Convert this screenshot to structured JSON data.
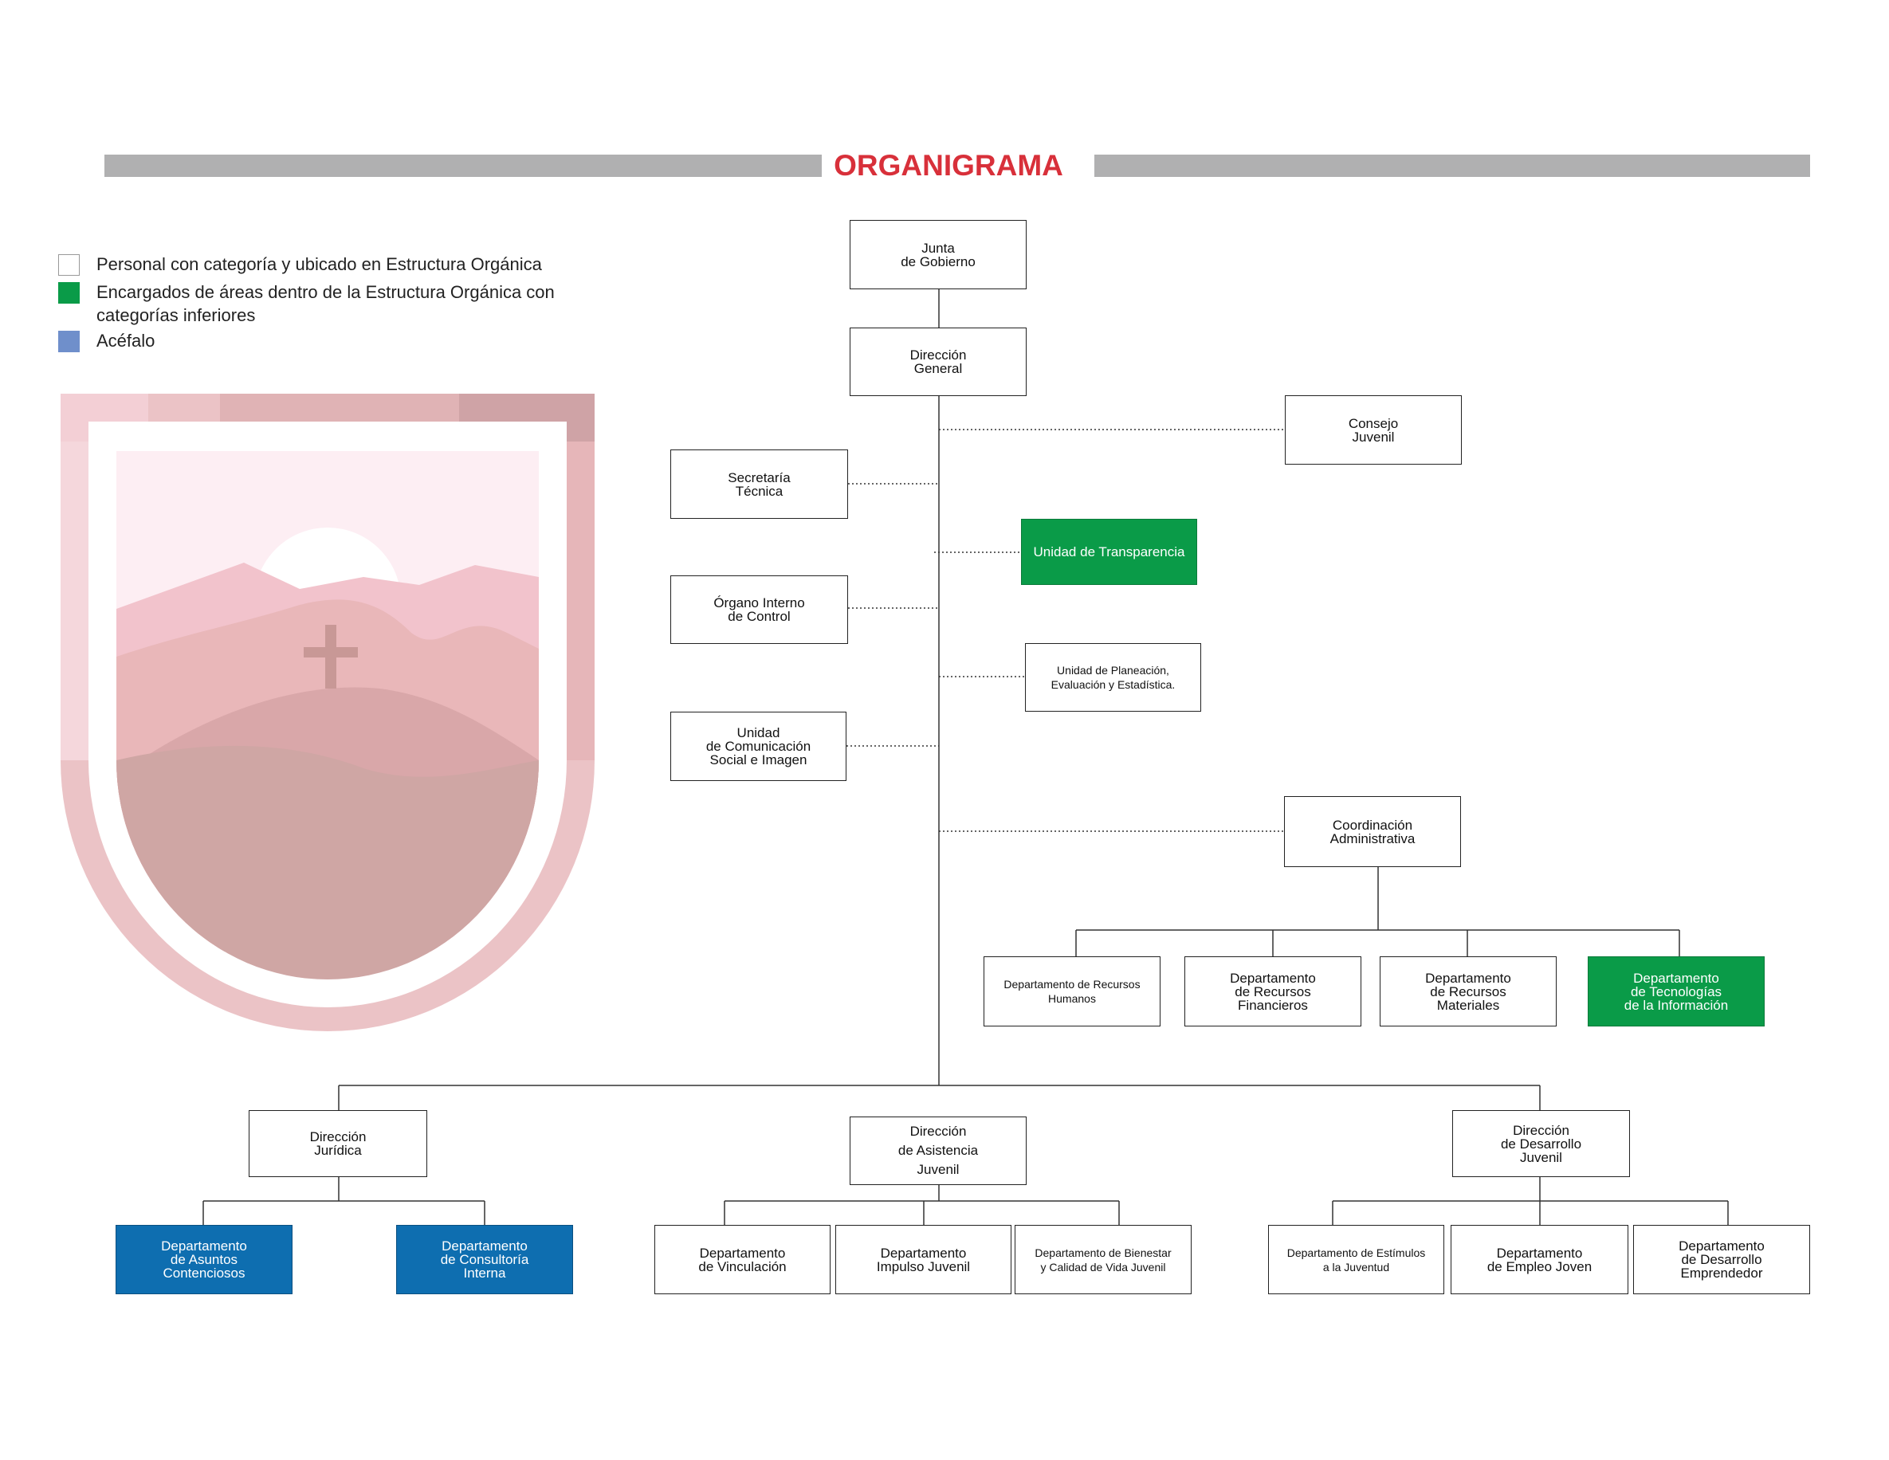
{
  "header": {
    "title": "ORGANIGRAMA"
  },
  "legend": [
    {
      "label": "Personal con categoría y ubicado en Estructura Orgánica",
      "color": "#ffffff"
    },
    {
      "label": "Encargados de áreas dentro de la Estructura Orgánica con categorías inferiores",
      "color": "#0a9b48"
    },
    {
      "label": "Acéfalo",
      "color": "#6f8fcb"
    }
  ],
  "colors": {
    "title": "#d8303a",
    "bar": "#b0b0b1",
    "green": "#0a9b48",
    "blue": "#0e6eb0",
    "emblem": "#d4a0a3"
  },
  "emblem": {
    "icon": "shield-emblem-icon"
  },
  "org": {
    "junta": "Junta\nde Gobierno",
    "direccion_general": "Dirección\nGeneral",
    "consejo": "Consejo\nJuvenil",
    "secretaria": "Secretaría\nTécnica",
    "transparencia": "Unidad de Transparencia",
    "organo": "Órgano Interno\nde Control",
    "planeacion": "Unidad de Planeación,\nEvaluación y Estadística.",
    "comunicacion": "Unidad\nde Comunicación\nSocial e Imagen",
    "coordinacion": "Coordinación\nAdministrativa",
    "rrhh": "Departamento de Recursos\nHumanos",
    "rfin": "Departamento\nde Recursos\nFinancieros",
    "rmat": "Departamento\nde Recursos\nMateriales",
    "tic": "Departamento\nde Tecnologías\nde la Información",
    "juridica": "Dirección\nJurídica",
    "asistencia": "Dirección\nde Asistencia\nJuvenil",
    "desarrollo": "Dirección\nde Desarrollo\nJuvenil",
    "contenciosos": "Departamento\nde Asuntos\nContenciosos",
    "consultoria": "Departamento\nde Consultoría\nInterna",
    "vinculacion": "Departamento\nde Vinculación",
    "impulso": "Departamento\nImpulso Juvenil",
    "bienestar": "Departamento de Bienestar\ny Calidad de Vida Juvenil",
    "estimulos": "Departamento de Estímulos\na la Juventud",
    "empleo": "Departamento\nde Empleo Joven",
    "emprendedor": "Departamento\nde Desarrollo\nEmprendedor"
  }
}
